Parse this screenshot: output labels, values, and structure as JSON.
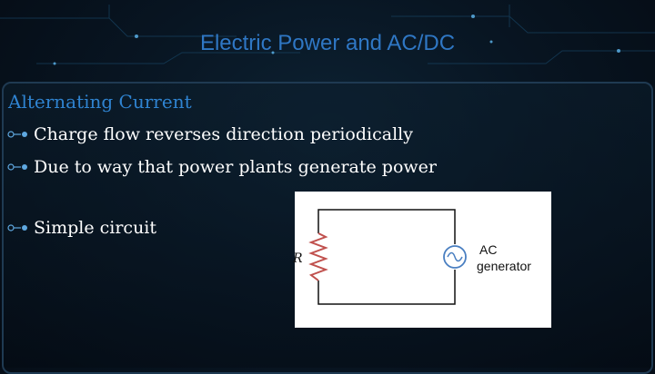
{
  "slide": {
    "title": "Electric Power and AC/DC",
    "heading": "Alternating Current",
    "bullets": [
      "Charge flow reverses direction periodically",
      "Due to way that power plants generate power",
      "Simple circuit"
    ]
  },
  "figure": {
    "resistor_label": "R",
    "generator_label_line1": "AC",
    "generator_label_line2": "generator",
    "resistor_icon": "resistor-zigzag",
    "generator_icon": "ac-source-sine"
  },
  "colors": {
    "title": "#2f77c4",
    "heading": "#2f83d0",
    "text": "#ffffff",
    "resistor": "#c0504d",
    "generator": "#4a7fc1"
  }
}
